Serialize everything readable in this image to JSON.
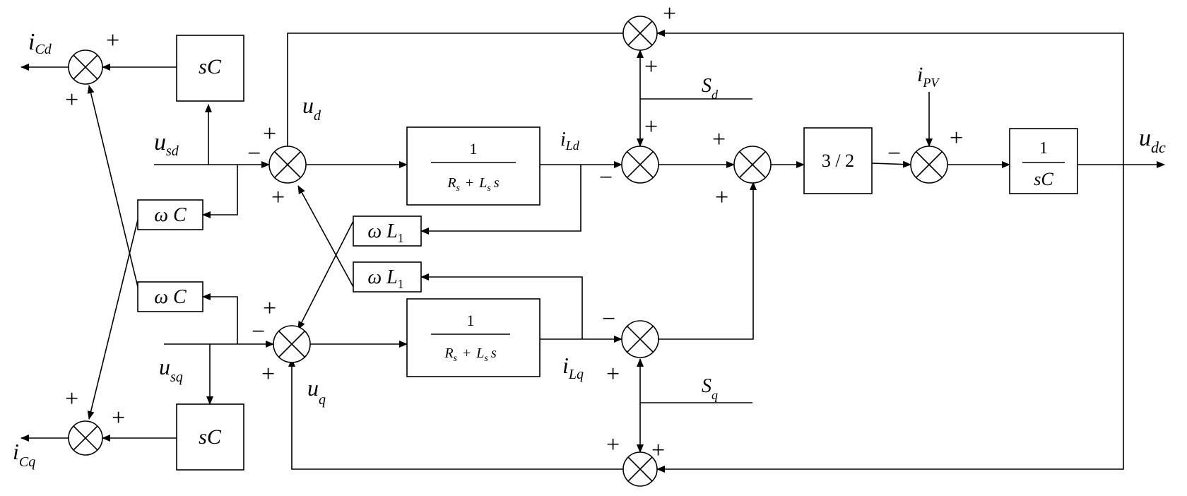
{
  "signals": {
    "i_cd": {
      "main": "i",
      "sub": "Cd"
    },
    "i_cq": {
      "main": "i",
      "sub": "Cq"
    },
    "u_sd": {
      "main": "u",
      "sub": "sd"
    },
    "u_sq": {
      "main": "u",
      "sub": "sq"
    },
    "u_d": {
      "main": "u",
      "sub": "d"
    },
    "u_q": {
      "main": "u",
      "sub": "q"
    },
    "i_ld": {
      "main": "i",
      "sub": "Ld"
    },
    "i_lq": {
      "main": "i",
      "sub": "Lq"
    },
    "s_d": {
      "main": "S",
      "sub": "d"
    },
    "s_q": {
      "main": "S",
      "sub": "q"
    },
    "i_pv": {
      "main": "i",
      "sub": "PV"
    },
    "u_dc": {
      "main": "u",
      "sub": "dc"
    }
  },
  "blocks": {
    "sc_top": "sC",
    "sc_bottom": "sC",
    "omega_c_top": "ω C",
    "omega_c_bottom": "ω C",
    "omega_l1_top": {
      "main": "ω L",
      "sub": "1"
    },
    "omega_l1_bottom": {
      "main": "ω L",
      "sub": "1"
    },
    "tf_d": {
      "num": "1",
      "r": "R",
      "r_sub": "s",
      "plus": "+",
      "l": "L",
      "l_sub": "s",
      "var": "s"
    },
    "tf_q": {
      "num": "1",
      "r": "R",
      "r_sub": "s",
      "plus": "+",
      "l": "L",
      "l_sub": "s",
      "var": "s"
    },
    "gain": "3 / 2",
    "integrator": {
      "num": "1",
      "den": "sC"
    }
  },
  "signs": {
    "plus": "+",
    "minus": "−"
  }
}
